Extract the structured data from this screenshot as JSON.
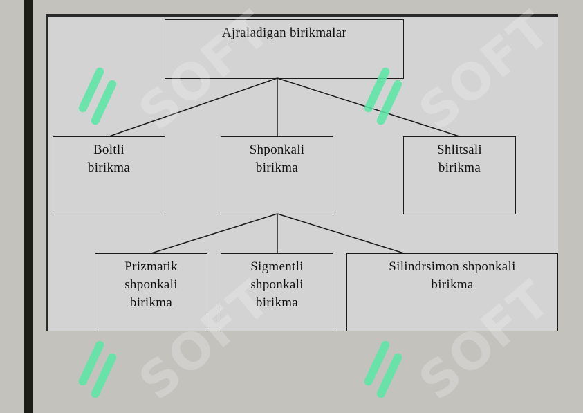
{
  "diagram": {
    "root": "Ajraladigan birikmalar",
    "level1": [
      {
        "line1": "Boltli",
        "line2": "birikma"
      },
      {
        "line1": "Shponkali",
        "line2": "birikma"
      },
      {
        "line1": "Shlitsali",
        "line2": "birikma"
      }
    ],
    "level2": [
      {
        "line1": "Prizmatik",
        "line2": "shponkali",
        "line3": "birikma"
      },
      {
        "line1": "Sigmentli",
        "line2": "shponkali",
        "line3": "birikma"
      },
      {
        "line1": "Silindrsimon shponkali",
        "line2": "birikma"
      }
    ]
  },
  "watermark": {
    "text": "SOFT",
    "mark_color": "#59e8a6"
  },
  "colors": {
    "background": "#c4c2bd",
    "panel": "#d3d3d3",
    "left_bar": "#1d1d18",
    "line": "#1a1a1a"
  }
}
